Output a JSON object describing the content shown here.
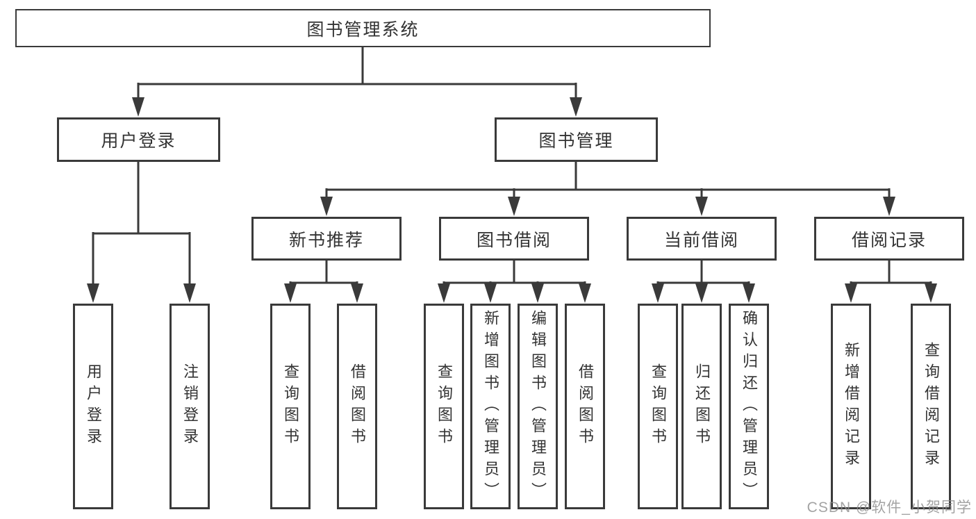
{
  "colors": {
    "line": "#3a3a3a",
    "text": "#333333",
    "box_background": "#ffffff",
    "watermark": "#8c8c8c",
    "page_background": "#ffffff"
  },
  "diagram": {
    "root": "图书管理系统",
    "level2": {
      "user_login": "用户登录",
      "book_management": "图书管理"
    },
    "level3": {
      "new_book_recommend": "新书推荐",
      "book_borrow": "图书借阅",
      "current_borrow": "当前借阅",
      "borrow_records": "借阅记录"
    },
    "leaves": {
      "user_login_children": [
        "用户登录",
        "注销登录"
      ],
      "new_book_recommend_children": [
        "查询图书",
        "借阅图书"
      ],
      "book_borrow_children": [
        "查询图书",
        "新增图书（管理员）",
        "编辑图书（管理员）",
        "借阅图书"
      ],
      "current_borrow_children": [
        "查询图书",
        "归还图书",
        "确认归还（管理员）"
      ],
      "borrow_records_children": [
        "新增借阅记录",
        "查询借阅记录"
      ]
    }
  },
  "watermark": "CSDN @软件_小贺同学"
}
